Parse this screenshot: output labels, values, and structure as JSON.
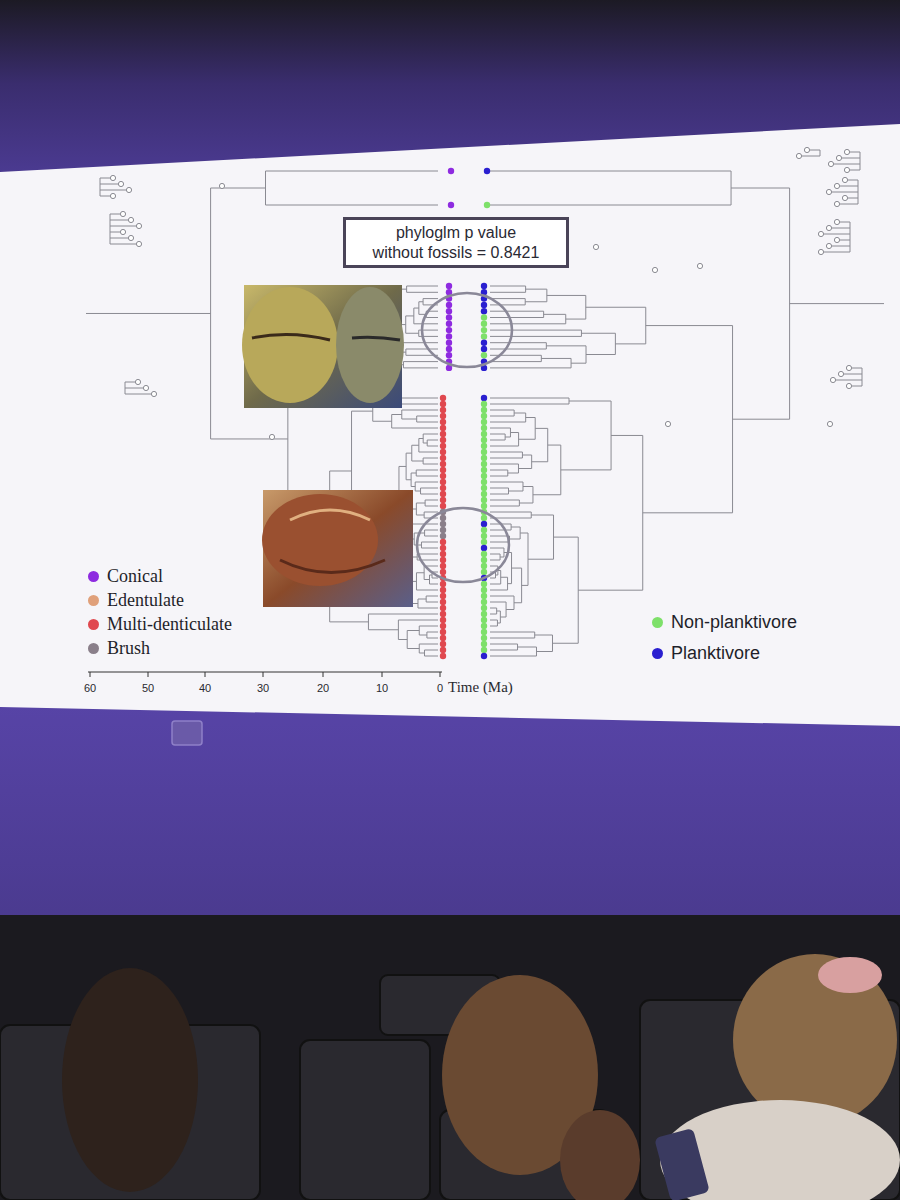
{
  "diagram": {
    "nodes": [
      {
        "text": [
          "phyloglm p value without fossils = 0.8421"
        ]
      }
    ],
    "labels": [
      "60",
      "50",
      "40",
      "30",
      "20",
      "10",
      "0",
      "Time (Ma)"
    ],
    "legend": [
      {
        "text": "Conical",
        "color": "#8e2be0"
      },
      {
        "text": "Edentulate",
        "color": "#e0a07a"
      },
      {
        "text": "Multi-denticulate",
        "color": "#e0484f"
      },
      {
        "text": "Brush",
        "color": "#8a7f8a"
      },
      {
        "text": "Non-planktivore",
        "color": "#7ee06a"
      },
      {
        "text": "Planktivore",
        "color": "#2a1fd0"
      }
    ]
  }
}
